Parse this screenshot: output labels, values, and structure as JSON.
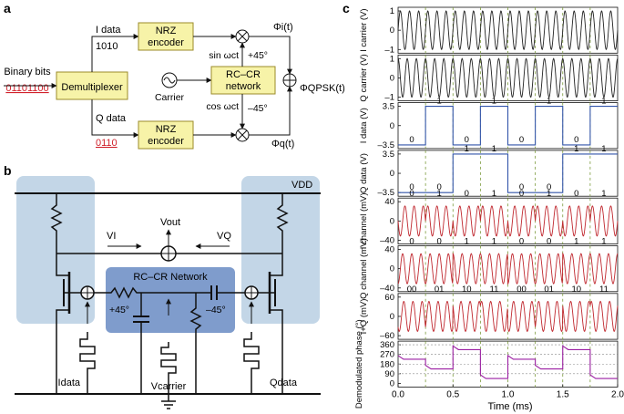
{
  "panels": {
    "a": "a",
    "b": "b",
    "c": "c"
  },
  "panel_a": {
    "binary_bits_label": "Binary bits",
    "binary_bits_value": "01101100",
    "demux_label": "Demultiplexer",
    "i_data_label": "I data",
    "i_data_value": "1010",
    "q_data_label": "Q data",
    "q_data_value": "0110",
    "nrz_line1": "NRZ",
    "nrz_line2": "encoder",
    "rccr_line1": "RC–CR",
    "rccr_line2": "network",
    "carrier_label": "Carrier",
    "sin_label": "sin ωct",
    "cos_label": "cos ωct",
    "plus45": "+45°",
    "minus45": "–45°",
    "phi_i": "Φi(t)",
    "phi_q": "Φq(t)",
    "phi_qpsk": "ΦQPSK(t)"
  },
  "panel_b": {
    "vdd": "VDD",
    "vout": "Vout",
    "vi": "VI",
    "vq": "VQ",
    "network_label": "RC–CR Network",
    "plus45": "+45°",
    "minus45": "–45°",
    "idata": "Idata",
    "vcarrier": "Vcarrier",
    "qdata": "Qdata"
  },
  "panel_c": {
    "x_axis_label": "Time (ms)",
    "x_ticks": [
      "0.0",
      "0.5",
      "1.0",
      "1.5",
      "2.0"
    ],
    "rows": [
      {
        "ylabel": "I carrier (V)",
        "ticks": [
          "1",
          "0",
          "–1"
        ]
      },
      {
        "ylabel": "Q carrier (V)",
        "ticks": [
          "1",
          "0",
          "–1"
        ]
      },
      {
        "ylabel": "I data (V)",
        "ticks": [
          "3.5",
          "0",
          "–3.5"
        ]
      },
      {
        "ylabel": "Q data (V)",
        "ticks": [
          "3.5",
          "0",
          "–3.5"
        ]
      },
      {
        "ylabel": "I channel (mV)",
        "ticks": [
          "40",
          "0",
          "–40"
        ]
      },
      {
        "ylabel": "Q channel (mV)",
        "ticks": [
          "40",
          "0",
          "–40"
        ]
      },
      {
        "ylabel": "I+Q (mV)",
        "ticks": [
          "60",
          "0",
          "–60"
        ]
      },
      {
        "ylabel": "Demodulated phase (°)",
        "ticks": [
          "360",
          "270",
          "180",
          "90",
          "0"
        ]
      }
    ],
    "i_data_bits": [
      "0",
      "1",
      "0",
      "1",
      "0",
      "1",
      "0",
      "1"
    ],
    "q_data_bits": [
      "0",
      "0",
      "1",
      "1",
      "0",
      "0",
      "1",
      "1"
    ],
    "i_channel_bits": [
      "0",
      "1",
      "0",
      "1",
      "0",
      "1",
      "0",
      "1"
    ],
    "q_channel_bits": [
      "0",
      "0",
      "1",
      "1",
      "0",
      "0",
      "1",
      "1"
    ],
    "iq_symbols": [
      "00",
      "01",
      "10",
      "11",
      "00",
      "01",
      "10",
      "11"
    ]
  },
  "chart_data": {
    "type": "line",
    "x": [
      0.0,
      0.25,
      0.5,
      0.75,
      1.0,
      1.25,
      1.5,
      1.75,
      2.0
    ],
    "xlim": [
      0.0,
      2.0
    ],
    "xlabel": "Time (ms)",
    "symbol_period_ms": 0.25,
    "carrier_cycles_per_symbol": 3,
    "series": [
      {
        "name": "I carrier (V)",
        "amplitude": 1
      },
      {
        "name": "Q carrier (V)",
        "amplitude": 1
      },
      {
        "name": "I data (V)",
        "levels": [
          -3.5,
          3.5,
          -3.5,
          3.5,
          -3.5,
          3.5,
          -3.5,
          3.5
        ]
      },
      {
        "name": "Q data (V)",
        "levels": [
          -3.5,
          -3.5,
          3.5,
          3.5,
          -3.5,
          -3.5,
          3.5,
          3.5
        ]
      },
      {
        "name": "I channel (mV)",
        "amplitude": 40
      },
      {
        "name": "Q channel (mV)",
        "amplitude": 40
      },
      {
        "name": "I+Q (mV)",
        "amplitude": 60
      },
      {
        "name": "Demodulated phase (°)",
        "values": [
          225,
          135,
          315,
          45,
          225,
          135,
          315,
          45
        ],
        "ylim": [
          0,
          360
        ]
      }
    ],
    "colors": {
      "carrier": "#222222",
      "data": "#3355aa",
      "channel": "#c0282f",
      "phase": "#9b1fa3",
      "guide": "#7a9a3a"
    }
  },
  "colors": {
    "block_fill": "#f7f3a8",
    "block_stroke": "#9b8b2a",
    "network_fill": "#7f9ccc",
    "bg_tint": "#b9cfe3",
    "underline_red": "#d0202a"
  }
}
